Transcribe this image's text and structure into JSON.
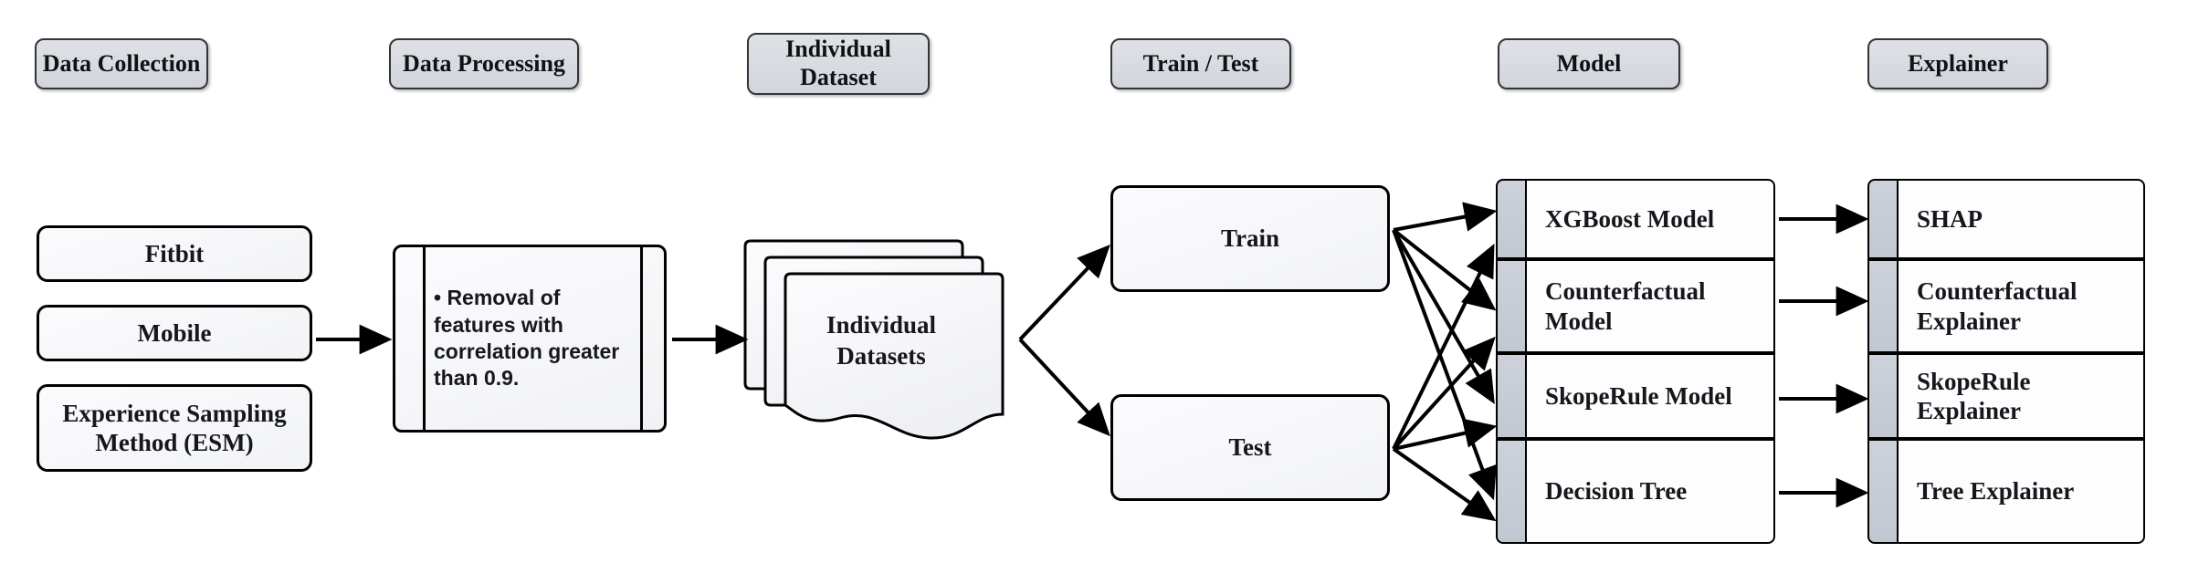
{
  "diagram": {
    "title": "Explainable ML pipeline flowchart",
    "background": "#ffffff",
    "accent_header": "#d6d9df",
    "accent_tab": "#c7ccd6",
    "stroke": "#000000"
  },
  "stages": [
    {
      "label": "Data Collection"
    },
    {
      "label": "Data Processing"
    },
    {
      "label": "Individual\nDataset"
    },
    {
      "label": "Train / Test"
    },
    {
      "label": "Model"
    },
    {
      "label": "Explainer"
    }
  ],
  "stage_labels": {
    "data_collection": "Data Collection",
    "data_processing": "Data Processing",
    "individual_dataset_line1": "Individual",
    "individual_dataset_line2": "Dataset",
    "train_test": "Train / Test",
    "model": "Model",
    "explainer": "Explainer"
  },
  "data_collection": {
    "sources": [
      {
        "label": "Fitbit"
      },
      {
        "label": "Mobile"
      },
      {
        "label": "Experience Sampling Method (ESM)"
      }
    ],
    "source_0": "Fitbit",
    "source_1": "Mobile",
    "source_2": "Experience Sampling Method (ESM)"
  },
  "data_processing": {
    "bullet": "• Removal of features with correlation greater than 0.9.",
    "threshold": "0.9"
  },
  "individual_datasets": {
    "line1": "Individual",
    "line2": "Datasets",
    "stack_count": "3"
  },
  "split": {
    "train": "Train",
    "test": "Test"
  },
  "models": {
    "items": [
      {
        "label": "XGBoost Model"
      },
      {
        "label": "Counterfactual Model"
      },
      {
        "label": "SkopeRule Model"
      },
      {
        "label": "Decision Tree"
      }
    ],
    "item_0": "XGBoost Model",
    "item_1": "Counterfactual Model",
    "item_2": "SkopeRule Model",
    "item_3": "Decision Tree"
  },
  "explainers": {
    "items": [
      {
        "label": "SHAP"
      },
      {
        "label": "Counterfactual Explainer"
      },
      {
        "label": "SkopeRule Explainer"
      },
      {
        "label": "Tree Explainer"
      }
    ],
    "item_0": "SHAP",
    "item_1": "Counterfactual Explainer",
    "item_2": "SkopeRule Explainer",
    "item_3": "Tree Explainer"
  },
  "connections": {
    "collection_to_processing": "1",
    "processing_to_datasets": "1",
    "datasets_to_split": "2",
    "split_to_models": "8",
    "models_to_explainers": "4"
  }
}
